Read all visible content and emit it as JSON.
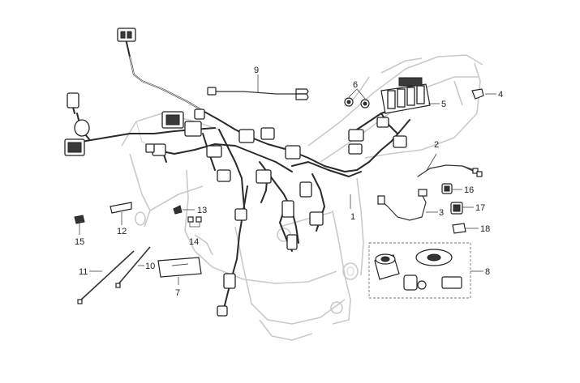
{
  "callouts": [
    {
      "id": "c1",
      "label": "1"
    },
    {
      "id": "c2",
      "label": "2"
    },
    {
      "id": "c3",
      "label": "3"
    },
    {
      "id": "c4",
      "label": "4"
    },
    {
      "id": "c5",
      "label": "5"
    },
    {
      "id": "c6",
      "label": "6"
    },
    {
      "id": "c7",
      "label": "7"
    },
    {
      "id": "c8",
      "label": "8"
    },
    {
      "id": "c9",
      "label": "9"
    },
    {
      "id": "c10",
      "label": "10"
    },
    {
      "id": "c11",
      "label": "11"
    },
    {
      "id": "c12",
      "label": "12"
    },
    {
      "id": "c13",
      "label": "13"
    },
    {
      "id": "c14",
      "label": "14"
    },
    {
      "id": "c15",
      "label": "15"
    },
    {
      "id": "c16",
      "label": "16"
    },
    {
      "id": "c17",
      "label": "17"
    },
    {
      "id": "c18",
      "label": "18"
    }
  ],
  "colors": {
    "frame": "#c9c9c9",
    "harness": "#2a2a2a",
    "background": "#ffffff"
  }
}
